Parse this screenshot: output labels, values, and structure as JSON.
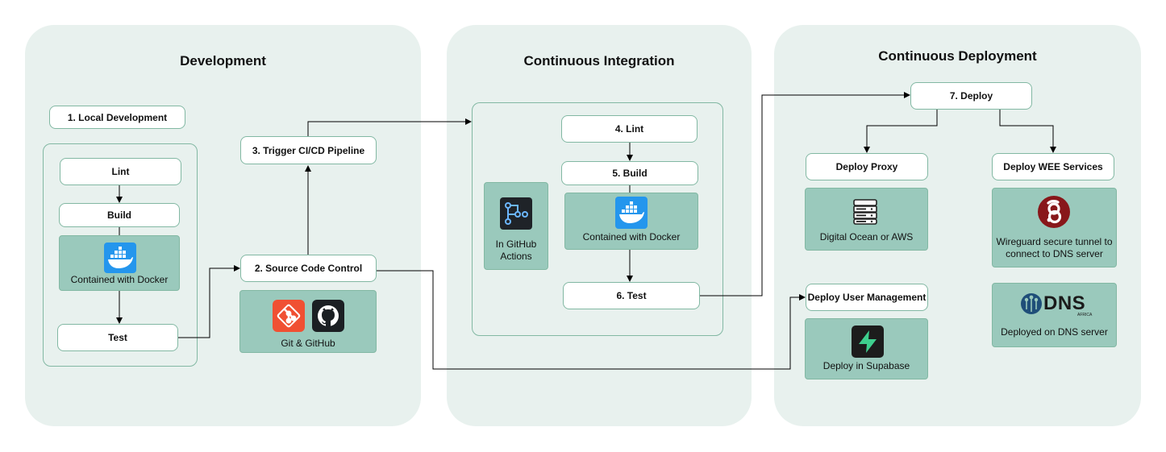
{
  "panels": {
    "development": "Development",
    "continuous_integration": "Continuous Integration",
    "continuous_deployment": "Continuous Deployment"
  },
  "development": {
    "local_development": "1. Local Development",
    "lint": "Lint",
    "build": "Build",
    "docker_caption": "Contained with Docker",
    "test": "Test",
    "source_code_control": "2. Source Code Control",
    "git_caption": "Git & GitHub",
    "trigger_pipeline": "3. Trigger CI/CD Pipeline"
  },
  "integration": {
    "actions_line1": "In GitHub",
    "actions_line2": "Actions",
    "lint": "4. Lint",
    "build": "5. Build",
    "docker_caption": "Contained with Docker",
    "test": "6. Test"
  },
  "deployment": {
    "deploy": "7. Deploy",
    "deploy_proxy": "Deploy Proxy",
    "proxy_caption": "Digital Ocean or AWS",
    "deploy_wee": "Deploy WEE Services",
    "wireguard_line1": "Wireguard secure tunnel to",
    "wireguard_line2": "connect to DNS server",
    "dns_logo_text": "DNS",
    "dns_logo_sub": "AFRICA",
    "dns_caption": "Deployed on DNS server",
    "deploy_user_mgmt": "Deploy User Management",
    "supabase_caption": "Deploy in Supabase"
  },
  "colors": {
    "panel_bg": "#e8f1ee",
    "tile_fill": "#9ac9bc",
    "border": "#82b8a3",
    "docker_blue": "#2496ed",
    "git_red": "#f05033",
    "github_dark": "#1b1f23",
    "wireguard_red": "#88171a",
    "dns_blue": "#1f4e79"
  }
}
